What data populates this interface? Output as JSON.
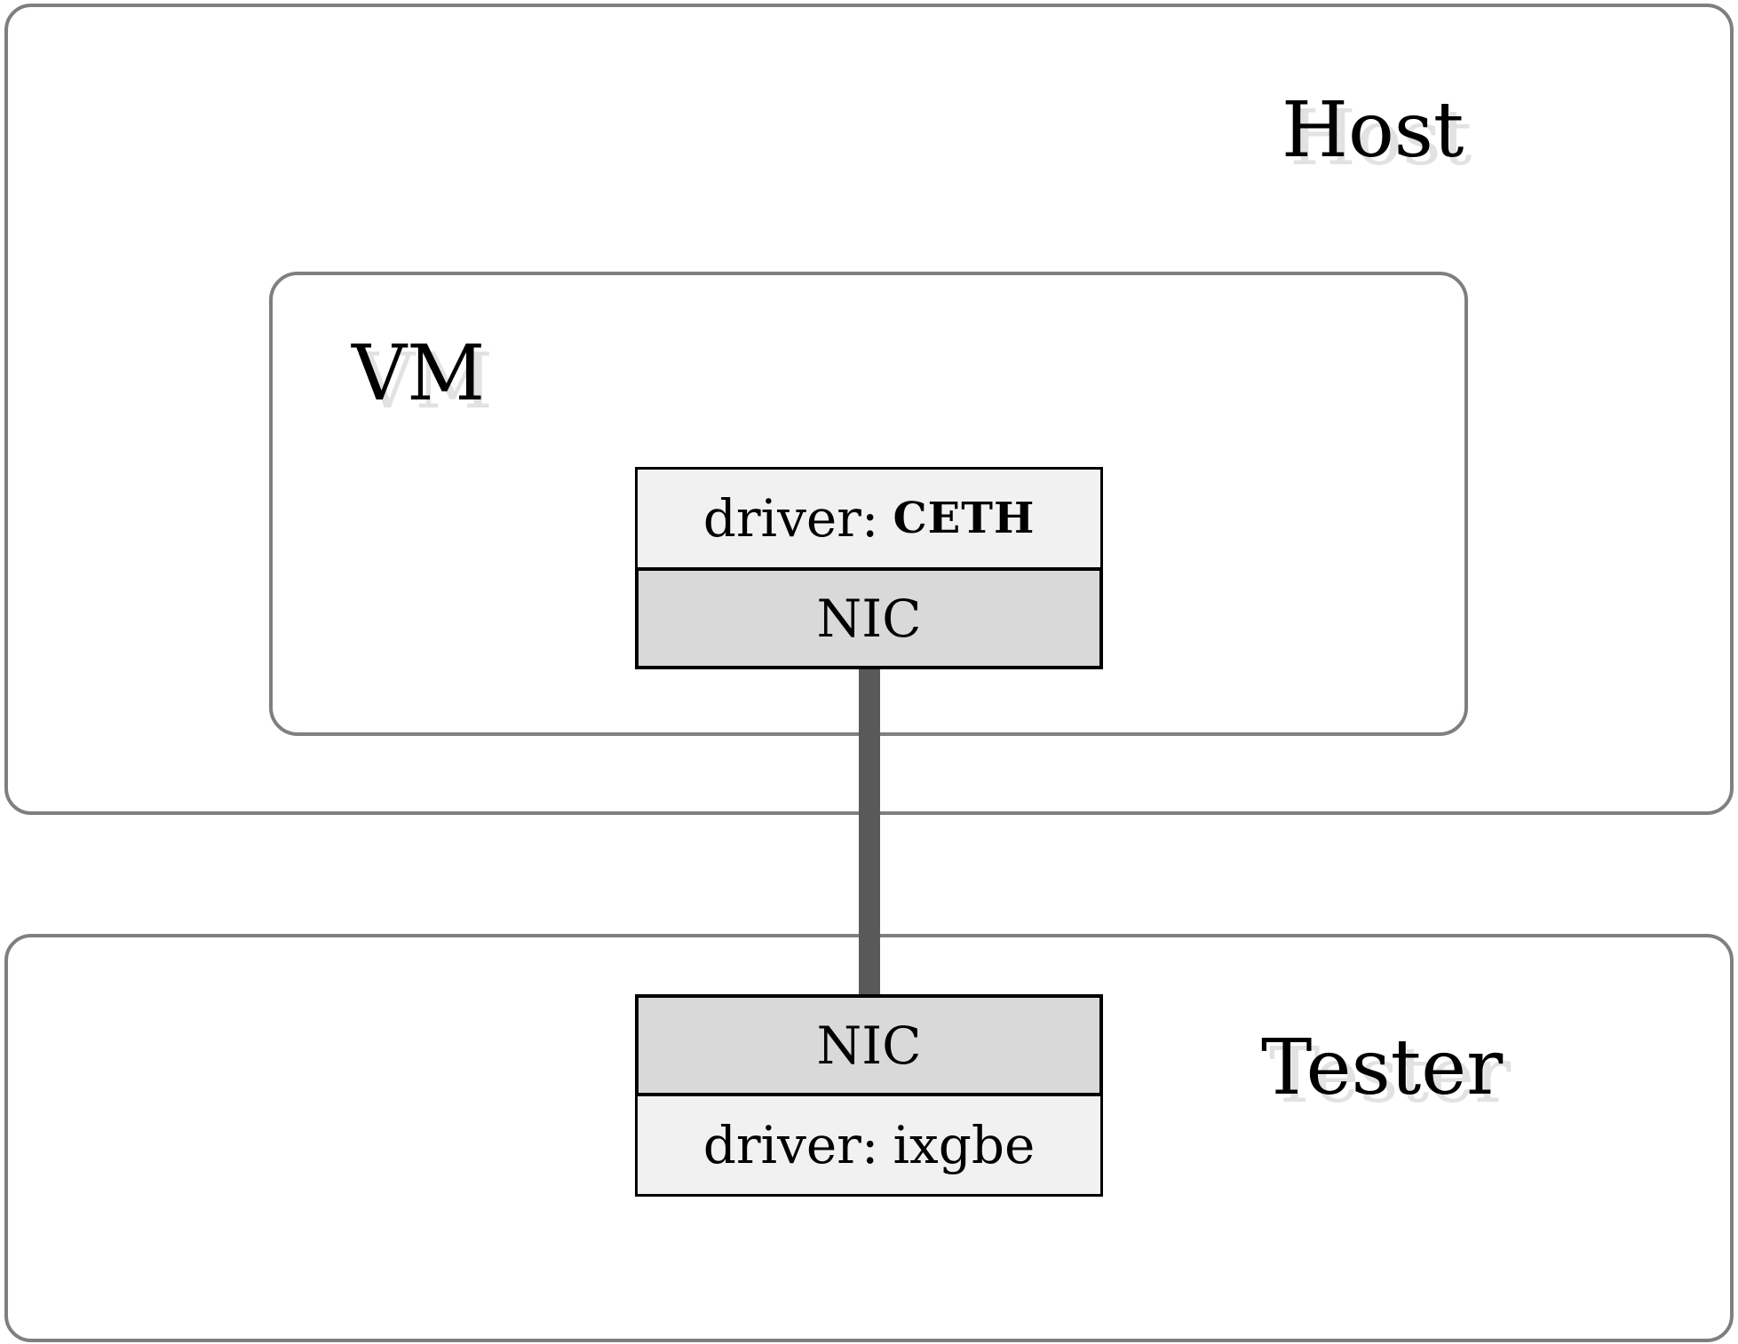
{
  "host": {
    "label": "Host"
  },
  "vm": {
    "label": "VM",
    "driver_prefix": "driver:",
    "driver_name": "CETH",
    "nic_label": "NIC"
  },
  "tester": {
    "label": "Tester",
    "nic_label": "NIC",
    "driver_prefix": "driver:",
    "driver_name": "ixgbe"
  },
  "colors": {
    "container_border": "#7f7f7f",
    "driver_fill": "#f1f1f1",
    "nic_fill": "#d9d9d9",
    "link": "#595959"
  }
}
